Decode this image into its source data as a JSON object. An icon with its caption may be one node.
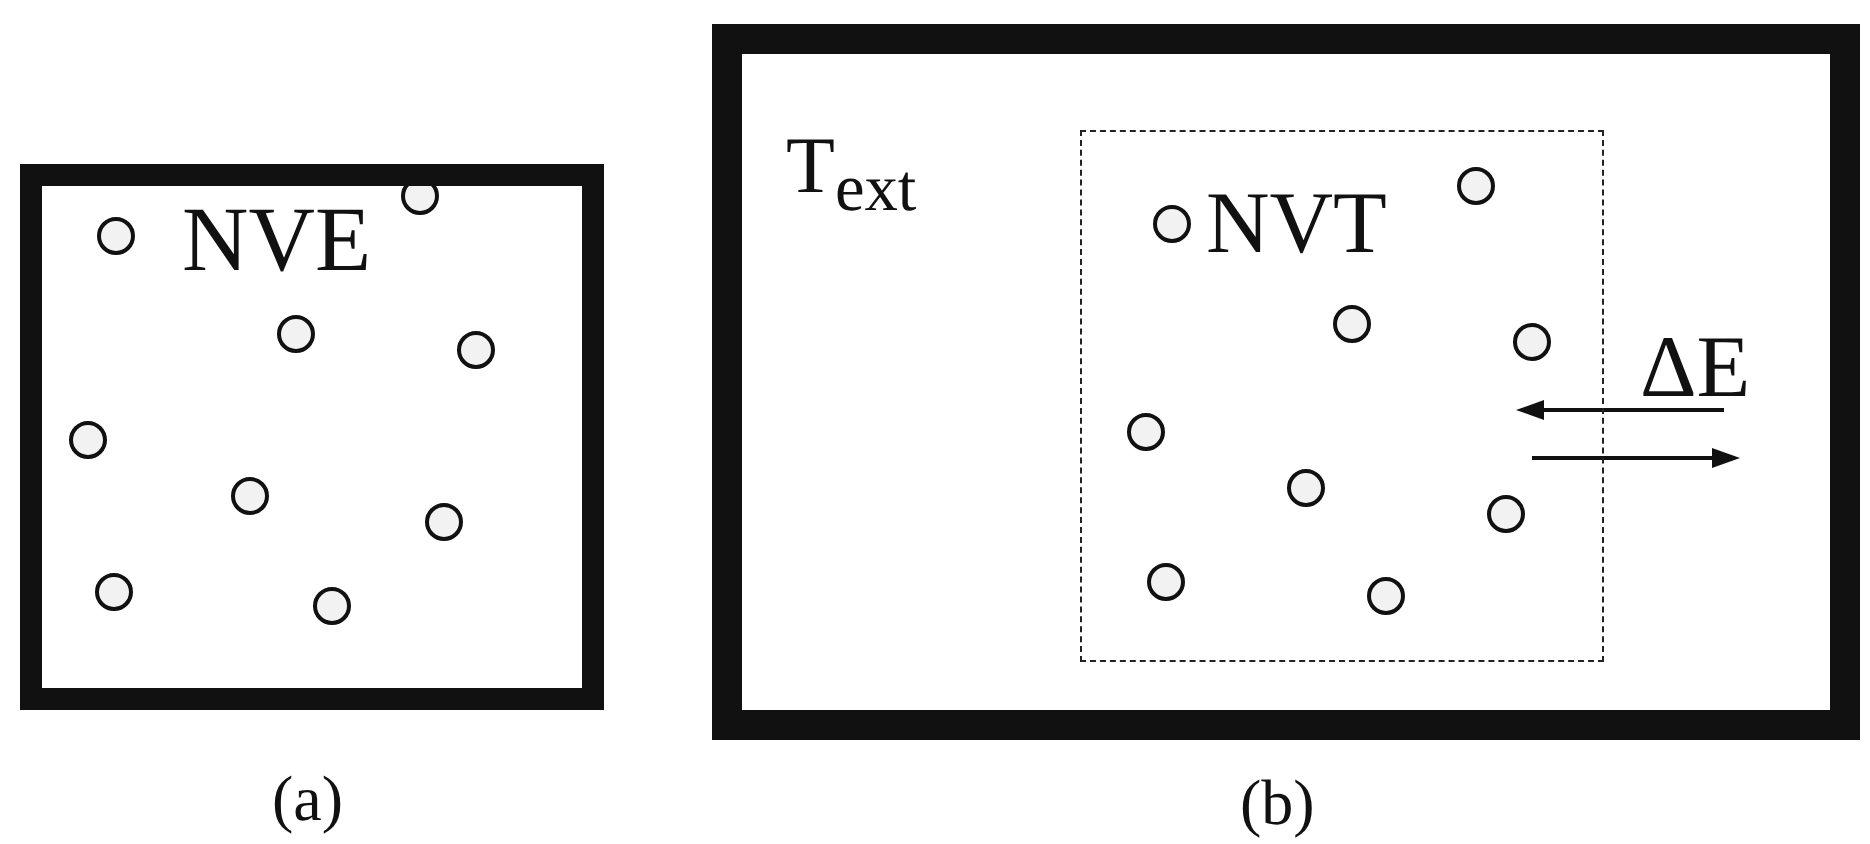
{
  "diagram": {
    "nodes": [
      {
        "text": [
          "NVE"
        ],
        "beside": [
          "(a)"
        ]
      },
      {
        "text": [
          "T$_{ext}$"
        ],
        "beside": [
          "(b)"
        ]
      },
      {
        "text": [
          "NVT"
        ],
        "in": 1
      }
    ],
    "labels": [
      "ΔE"
    ]
  }
}
